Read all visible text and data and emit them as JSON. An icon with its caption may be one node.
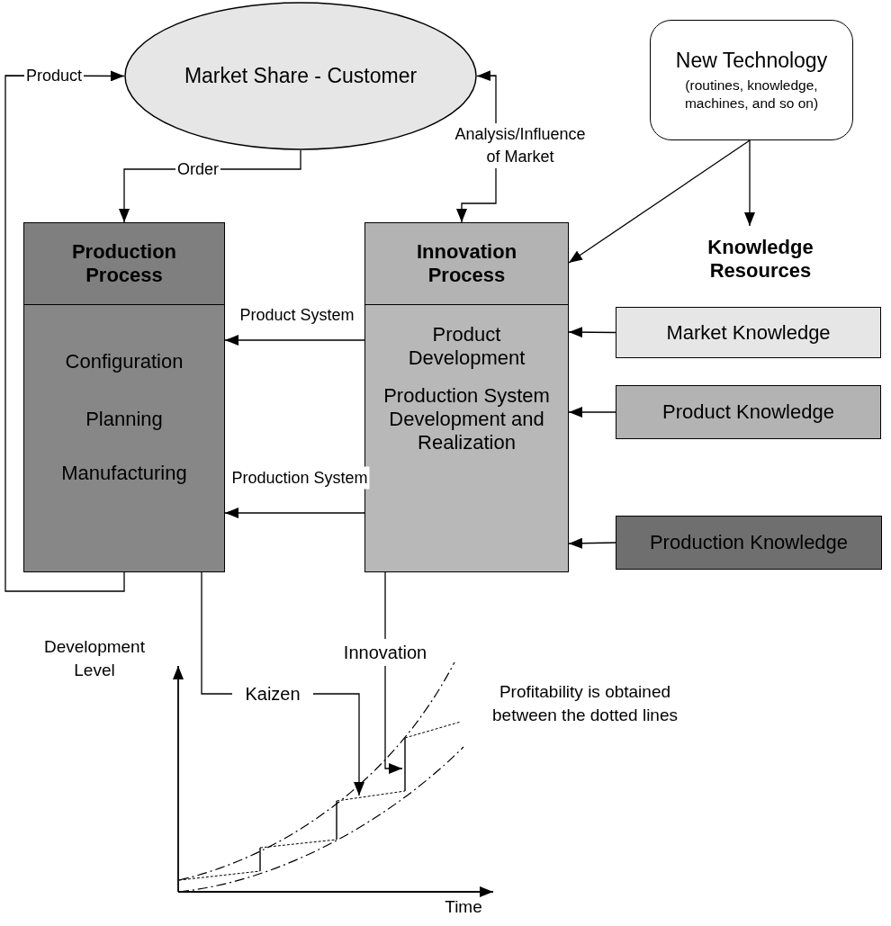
{
  "diagram": {
    "nodes": [
      {
        "text": [
          "Market Share - Customer"
        ]
      },
      {
        "text": [
          "New Technology",
          "(routines, knowledge, machines, and so on)"
        ]
      },
      {
        "text": [
          "Production Process",
          "Configuration",
          "Planning",
          "Manufacturing"
        ]
      },
      {
        "text": [
          "Innovation Process",
          "Product Development",
          "Production System Development and Realization"
        ]
      },
      {
        "text": [
          "Knowledge Resources"
        ]
      },
      {
        "text": [
          "Market Knowledge"
        ]
      },
      {
        "text": [
          "Product Knowledge"
        ]
      },
      {
        "text": [
          "Production Knowledge"
        ]
      },
      {
        "text": [
          "Kaizen"
        ]
      },
      {
        "text": [
          "Innovation"
        ]
      }
    ],
    "edges": [
      {
        "from": 2,
        "to": 0,
        "arrow": "to",
        "label": "Product"
      },
      {
        "from": 0,
        "to": 2,
        "arrow": "to",
        "label": "Order"
      },
      {
        "from": 3,
        "to": 0,
        "arrow": "both",
        "label": "Analysis/Influence of Market"
      },
      {
        "from": 1,
        "to": 3,
        "arrow": "to"
      },
      {
        "from": 1,
        "to": 4,
        "arrow": "to"
      },
      {
        "from": 3,
        "to": 2,
        "arrow": "to",
        "label": "Product System"
      },
      {
        "from": 3,
        "to": 2,
        "arrow": "to",
        "label": "Production System"
      },
      {
        "from": 5,
        "to": 3,
        "arrow": "to"
      },
      {
        "from": 6,
        "to": 3,
        "arrow": "to"
      },
      {
        "from": 7,
        "to": 3,
        "arrow": "to"
      },
      {
        "from": 2,
        "to": 8,
        "arrow": "none"
      },
      {
        "from": 8,
        "to": null,
        "arrow": "to"
      },
      {
        "from": 3,
        "to": 9,
        "arrow": "none"
      },
      {
        "from": 9,
        "to": null,
        "arrow": "to"
      }
    ],
    "labels": [
      "Development Level",
      "Profitability is obtained between the dotted lines",
      "Time"
    ]
  }
}
